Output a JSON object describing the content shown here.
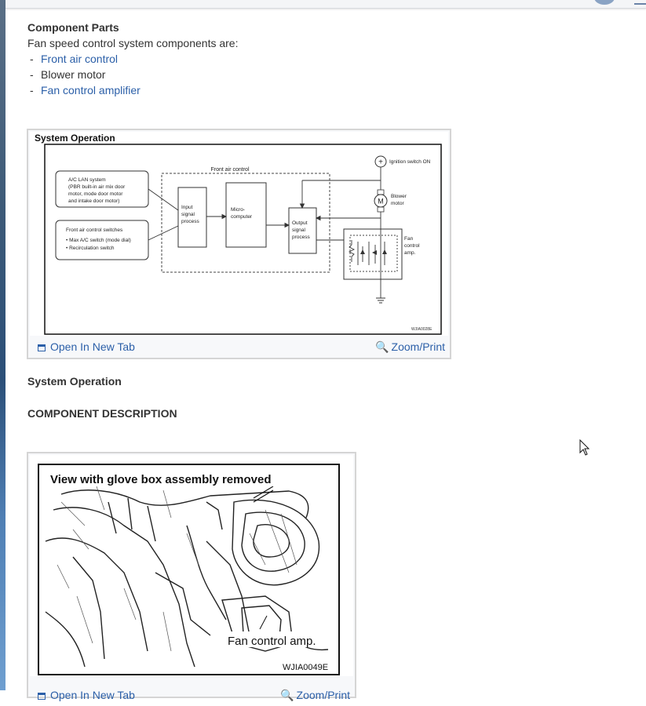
{
  "section1": {
    "heading": "Component Parts",
    "intro": "Fan speed control system components are:",
    "dash": "-",
    "items": [
      {
        "label": "Front air control",
        "link": true
      },
      {
        "label": "Blower motor",
        "link": false
      },
      {
        "label": "Fan control amplifier",
        "link": true
      }
    ]
  },
  "figure1": {
    "title": "System Operation",
    "open_label": "Open In New Tab",
    "zoom_label": "Zoom/Print",
    "diagram": {
      "front_air_control": "Front air control",
      "lan_lines": [
        "A/C LAN system",
        "(PBR built-in air mix door",
        "motor, mode door motor",
        "and intake door motor)"
      ],
      "switch_lines": [
        "Front air control switches",
        "• Max A/C switch (mode dial)",
        "• Recirculation switch"
      ],
      "input_lines": [
        "Input",
        "signal",
        "process"
      ],
      "micro_lines": [
        "Micro-",
        "computer"
      ],
      "output_lines": [
        "Output",
        "signal",
        "process"
      ],
      "ignition": "Ignition switch ON",
      "motor_symbol": "M",
      "blower_lines": [
        "Blower",
        "motor"
      ],
      "fan_amp_lines": [
        "Fan",
        "control",
        "amp."
      ],
      "code": "WJIA0028E"
    }
  },
  "section2": {
    "heading": "System Operation",
    "subheading": "COMPONENT DESCRIPTION"
  },
  "figure2": {
    "caption_top": "View with glove box assembly removed",
    "caption_bottom": "Fan control amp.",
    "code": "WJIA0049E",
    "open_label": "Open In New Tab",
    "zoom_label": "Zoom/Print"
  }
}
